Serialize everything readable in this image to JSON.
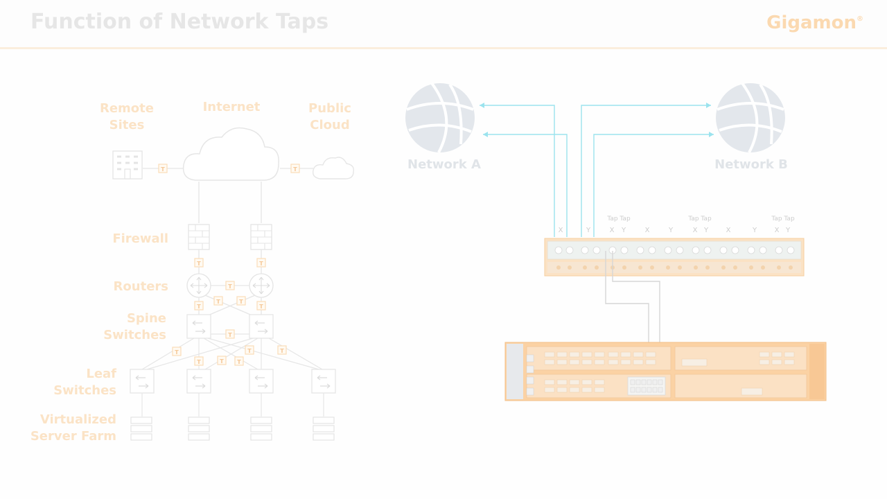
{
  "header": {
    "title": "Function of Network Taps",
    "logo": "Gigamon",
    "logo_mark": "®"
  },
  "labels": {
    "remote_sites": [
      "Remote",
      "Sites"
    ],
    "internet": "Internet",
    "public_cloud": [
      "Public",
      "Cloud"
    ],
    "firewall": "Firewall",
    "routers": "Routers",
    "spine_switches": [
      "Spine",
      "Switches"
    ],
    "leaf_switches": [
      "Leaf",
      "Switches"
    ],
    "server_farm": [
      "Virtualized",
      "Server Farm"
    ]
  },
  "tap_mark": "T",
  "networks": {
    "a": "Network A",
    "b": "Network B"
  },
  "tap_panel": {
    "tap_labels": [
      "Tap Tap",
      "Tap Tap",
      "Tap Tap"
    ],
    "ports": [
      "X",
      "Y",
      "X",
      "Y",
      "X",
      "Y",
      "X",
      "Y",
      "X",
      "Y",
      "X",
      "Y"
    ]
  },
  "colors": {
    "accent": "#f7a84a",
    "cyan_link": "#8fe0ec",
    "line": "#e9e9e9",
    "label": "#fbe3c6"
  }
}
